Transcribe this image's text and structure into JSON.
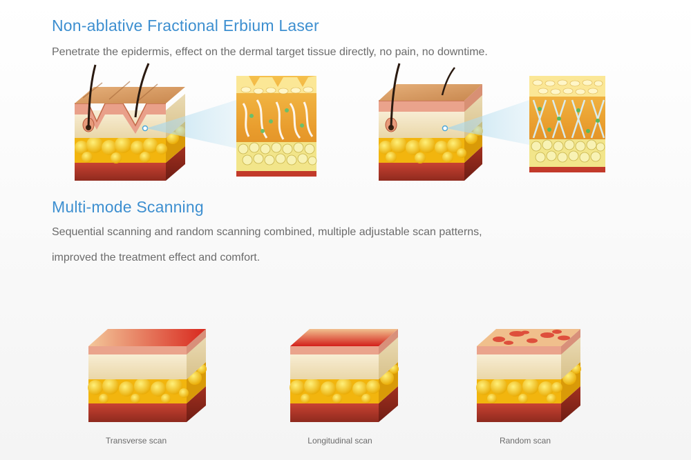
{
  "section1": {
    "title": "Non-ablative Fractional Erbium Laser",
    "description": "Penetrate the epidermis, effect on the dermal target tissue directly, no pain, no downtime."
  },
  "section2": {
    "title": "Multi-mode Scanning",
    "description_line1": "Sequential scanning and random scanning combined, multiple adjustable scan patterns,",
    "description_line2": "improved the treatment effect and comfort."
  },
  "scans": [
    {
      "caption": "Transverse scan"
    },
    {
      "caption": "Longitudinal scan"
    },
    {
      "caption": "Random scan"
    }
  ],
  "colors": {
    "heading": "#3d8fd0",
    "body_text": "#6b6b6b",
    "fat": "#f5c316",
    "muscle": "#b83a2a",
    "dermis": "#f3e7c8",
    "epidermis": "#d9a36b",
    "laser_beam": "#d8505a",
    "zoom_cone": "#9fd3ea"
  }
}
